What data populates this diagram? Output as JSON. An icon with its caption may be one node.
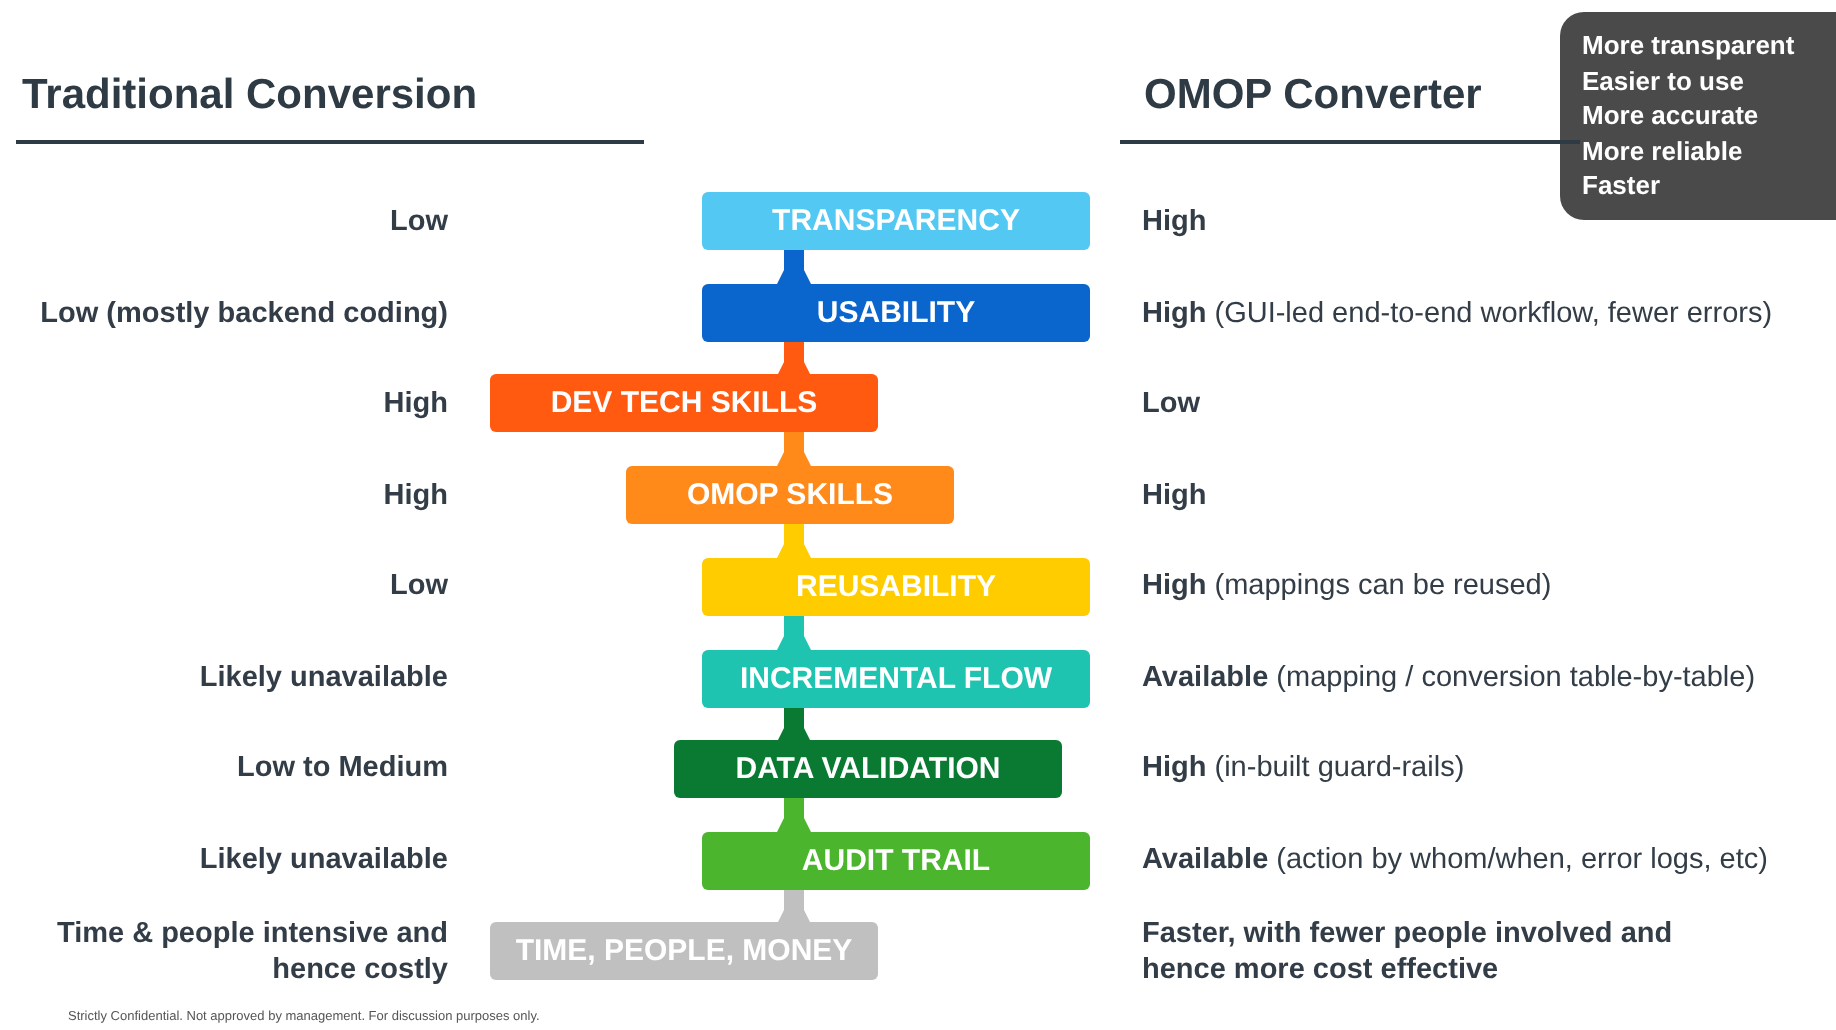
{
  "diagram": {
    "nodes": [
      {
        "text": [
          "More transparent",
          "Easier to use",
          "More accurate",
          "More reliable",
          "Faster"
        ]
      },
      {
        "text": [
          "TRANSPARENCY"
        ]
      },
      {
        "text": [
          "USABILITY"
        ]
      },
      {
        "text": [
          "DEV TECH SKILLS"
        ]
      },
      {
        "text": [
          "OMOP SKILLS"
        ]
      },
      {
        "text": [
          "REUSABILITY"
        ]
      },
      {
        "text": [
          "INCREMENTAL FLOW"
        ]
      },
      {
        "text": [
          "DATA VALIDATION"
        ]
      },
      {
        "text": [
          "AUDIT TRAIL"
        ]
      },
      {
        "text": [
          "TIME, PEOPLE, MONEY"
        ]
      }
    ],
    "edges": [
      {
        "from": 2,
        "to": 1,
        "arrow": "to",
        "color": "#0a66cc"
      },
      {
        "from": 3,
        "to": 2,
        "arrow": "to",
        "color": "#ff5a0f"
      },
      {
        "from": 4,
        "to": 3,
        "arrow": "to",
        "color": "#ff8a1a"
      },
      {
        "from": 5,
        "to": 4,
        "arrow": "to",
        "color": "#ffcc00"
      },
      {
        "from": 6,
        "to": 5,
        "arrow": "to",
        "color": "#1fc4b0"
      },
      {
        "from": 7,
        "to": 6,
        "arrow": "to",
        "color": "#0a7a33"
      },
      {
        "from": 8,
        "to": 7,
        "arrow": "to",
        "color": "#4cb52e"
      },
      {
        "from": 9,
        "to": 8,
        "arrow": "to",
        "color": "#c0c0c0"
      }
    ],
    "labels": [
      "Traditional Conversion",
      "OMOP Converter",
      "Low",
      "High",
      "**Low** (mostly backend coding)",
      "**High** (GUI-led end-to-end workflow, fewer errors)",
      "High",
      "Low",
      "High",
      "High",
      "Low",
      "**High** (mappings can be reused)",
      "Likely unavailable",
      "**Available** (mapping / conversion table-by-table)",
      "Low to Medium",
      "**High** (in-built guard-rails)",
      "Likely unavailable",
      "**Available** (action by whom/when, error logs, etc)",
      "Time & people intensive and hence costly",
      "Faster, with fewer people involved and hence more cost effective",
      "Strictly Confidential. Not approved by management. For discussion purposes only."
    ]
  }
}
